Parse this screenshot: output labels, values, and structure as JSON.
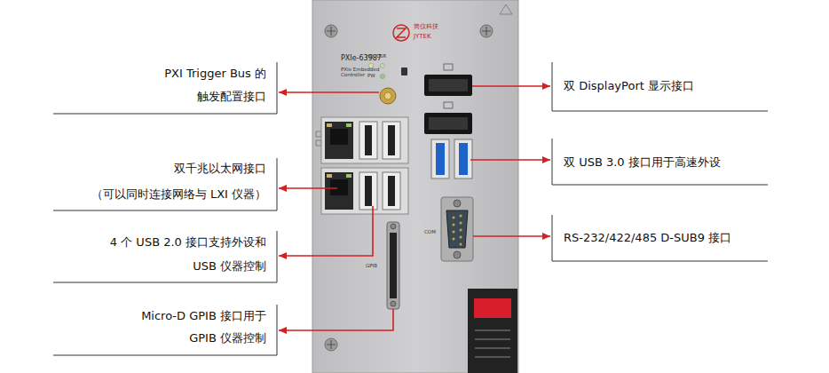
{
  "diagram": {
    "labels": [
      "PXI Trigger Bus 的",
      "触发配置接口",
      "双千兆以太网接口",
      "（可以同时连接网络与 LXI 仪器）",
      "4 个 USB 2.0 接口支持外设和",
      "USB 仪器控制",
      "Micro-D GPIB 接口用于",
      "GPIB 仪器控制",
      "双 DisplayPort 显示接口",
      "双 USB 3.0 接口用于高速外设",
      "RS-232/422/485 D-SUB9 接口",
      "简仪科技",
      "JYTEK",
      "PXIe-63987",
      "PXIe Embedded Controller",
      "HD",
      "USR",
      "PW",
      "COM",
      "GPIB"
    ]
  }
}
